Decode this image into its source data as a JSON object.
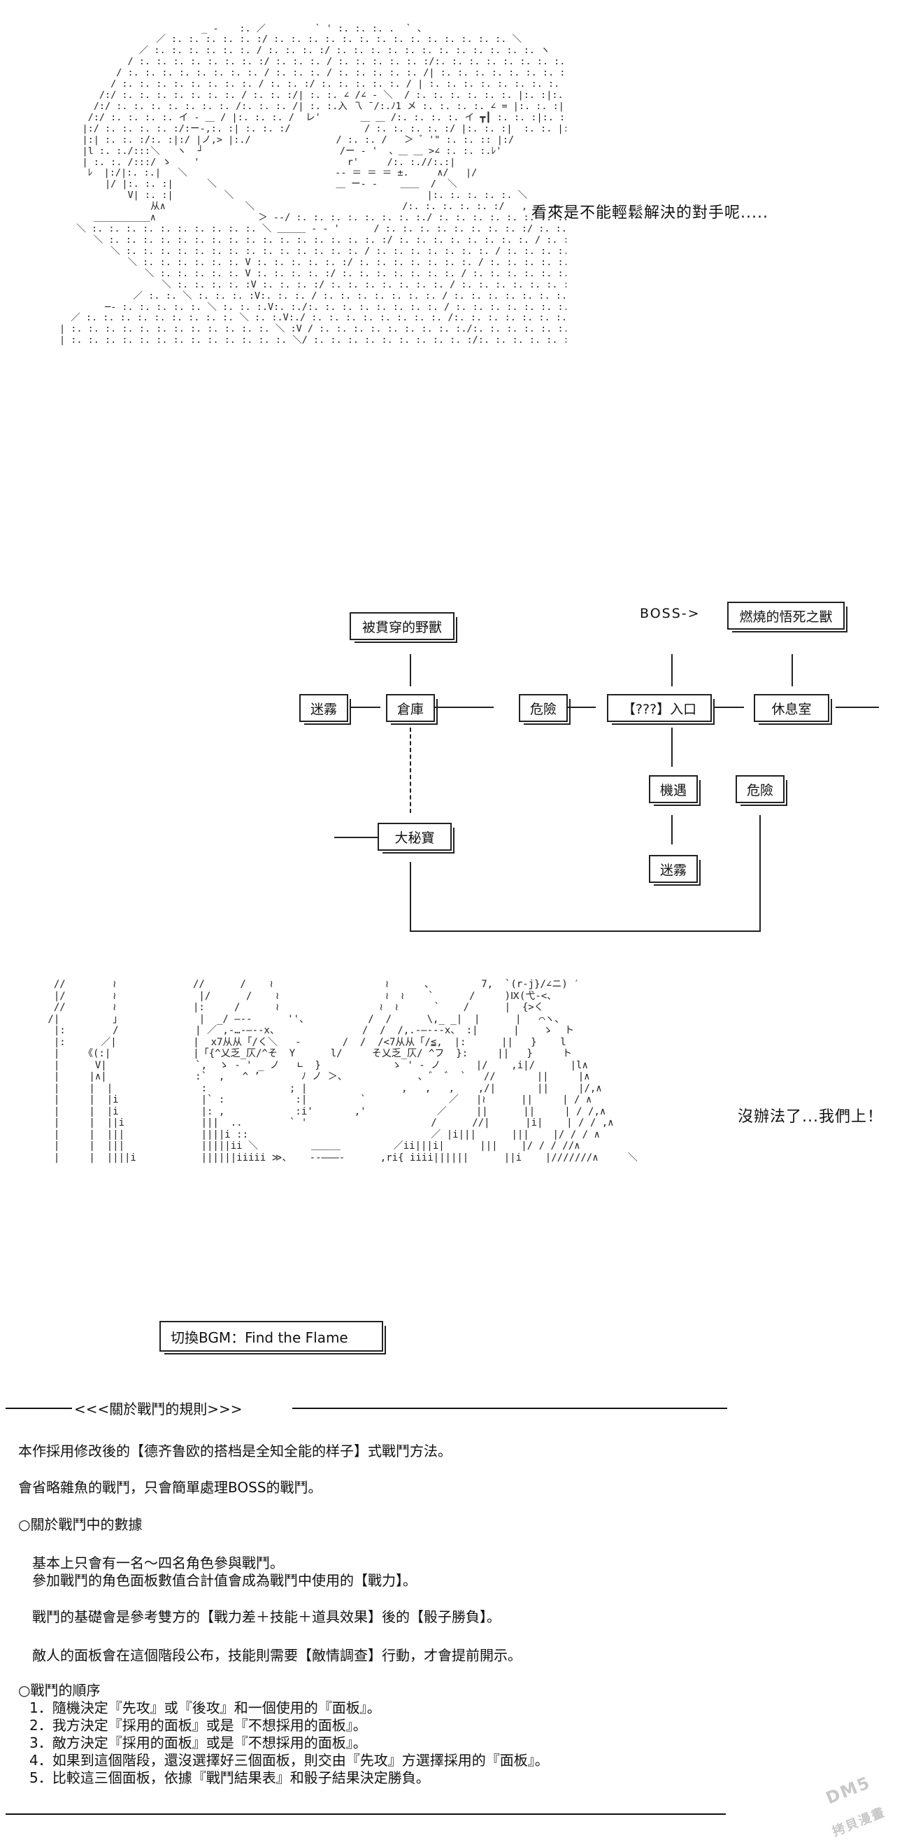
{
  "dialogue": {
    "line1": "看來是不能輕鬆解決的對手呢.....",
    "line2": "沒辦法了...我們上！"
  },
  "map": {
    "boss_label": "BOSS->",
    "nodes": {
      "beast": "被貫穿的野獸",
      "fog_left": "迷霧",
      "warehouse": "倉庫",
      "danger_mid": "危險",
      "entrance": "【???】入口",
      "rest_room": "休息室",
      "boss_beast": "燃燒的悟死之獸",
      "treasure": "大秘寶",
      "chance": "機遇",
      "danger_right": "危險",
      "fog_bottom": "迷霧"
    }
  },
  "bgm": {
    "label": "切換BGM：Find the Flame"
  },
  "rules": {
    "header": "<<<關於戰鬥的規則>>>",
    "intro1": "本作採用修改後的【德齐鲁欧的搭档是全知全能的样子】式戰鬥方法。",
    "intro2": "會省略雜魚的戰鬥，只會簡單處理BOSS的戰鬥。",
    "numbers_title": "○關於戰鬥中的數據",
    "numbers_p1a": "基本上只會有一名～四名角色參與戰鬥。",
    "numbers_p1b": "參加戰鬥的角色面板數值合計值會成為戰鬥中使用的【戰力】。",
    "numbers_p2": "戰鬥的基礎會是參考雙方的【戰力差＋技能＋道具效果】後的【骰子勝負】。",
    "numbers_p3": "敵人的面板會在這個階段公布，技能則需要【敵情調查】行動，才會提前開示。",
    "order_title": "○戰鬥的順序",
    "order_items": [
      "1．隨機決定『先攻』或『後攻』和一個使用的『面板』。",
      "2．我方決定『採用的面板』或是『不想採用的面板』。",
      "3．敵方決定『採用的面板』或是『不想採用的面板』。",
      "4．如果到這個階段，還沒選擇好三個面板，則交由『先攻』方選擇採用的『面板』。",
      "5．比較這三個面板，依據『戰鬥結果表』和骰子結果決定勝負。"
    ]
  },
  "watermark": {
    "brand": "DM5",
    "name": "拷貝漫畫"
  }
}
